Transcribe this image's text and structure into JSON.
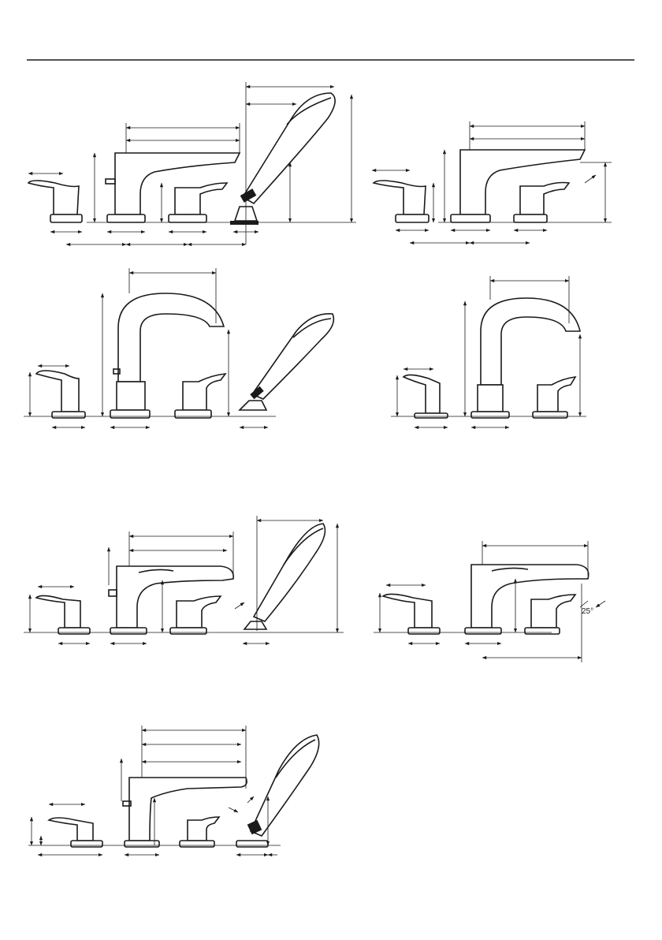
{
  "sheet": {
    "line_color": "#1a1a1a",
    "background": "#ffffff"
  },
  "drawings": [
    {
      "id": "fig-a",
      "name": "four-hole-spout-with-handshower",
      "parts": [
        "left-valve-handle",
        "bath-spout",
        "right-valve-handle",
        "handshower"
      ]
    },
    {
      "id": "fig-b",
      "name": "three-hole-spout",
      "parts": [
        "left-valve-handle",
        "bath-spout",
        "right-valve-handle"
      ]
    },
    {
      "id": "fig-c",
      "name": "arched-spout-with-handshower",
      "parts": [
        "left-valve-handle",
        "arched-spout",
        "right-valve-handle",
        "handshower"
      ]
    },
    {
      "id": "fig-d",
      "name": "arched-spout",
      "parts": [
        "left-valve-handle",
        "arched-spout",
        "right-valve-handle"
      ]
    },
    {
      "id": "fig-e",
      "name": "curved-spout-with-handshower",
      "parts": [
        "left-valve-handle",
        "curved-spout",
        "right-valve-handle",
        "handshower"
      ]
    },
    {
      "id": "fig-f",
      "name": "curved-spout",
      "parts": [
        "left-valve-handle",
        "curved-spout",
        "right-valve-handle"
      ]
    },
    {
      "id": "fig-g",
      "name": "long-spout-with-handshower",
      "parts": [
        "left-valve-handle",
        "long-spout",
        "right-valve-handle",
        "handshower"
      ]
    }
  ],
  "annotations": {
    "angle_label": "25°"
  }
}
